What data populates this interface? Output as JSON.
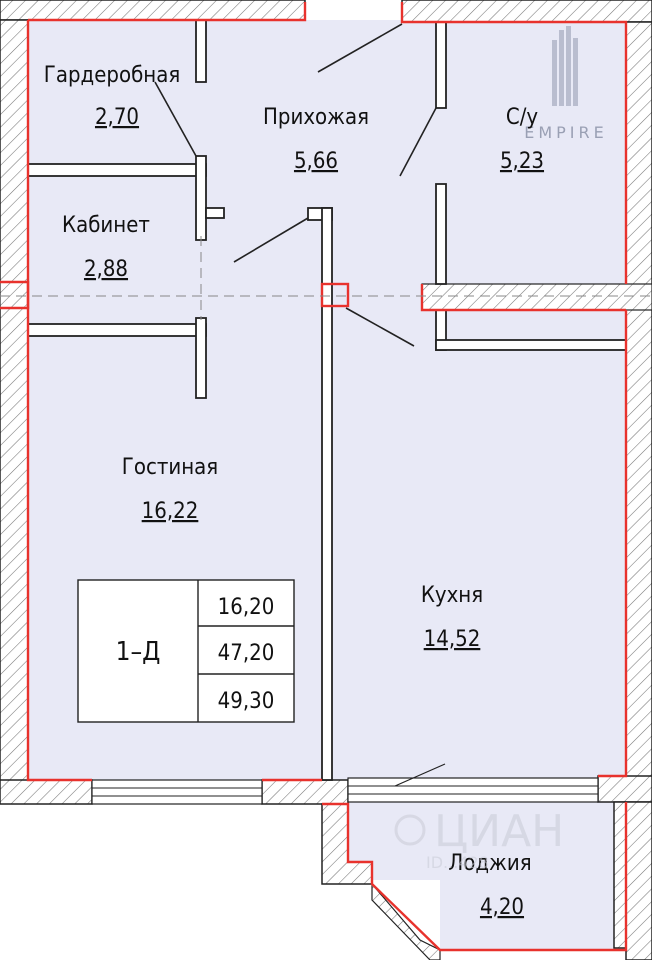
{
  "brand": {
    "logo_text": "EMPIRE"
  },
  "watermark": {
    "text": "ЦИАН",
    "id_text": "ID...428"
  },
  "rooms": [
    {
      "id": "wardrobe",
      "name": "Гардеробная",
      "area": "2,70"
    },
    {
      "id": "hallway",
      "name": "Прихожая",
      "area": "5,66"
    },
    {
      "id": "bathroom",
      "name": "С/у",
      "area": "5,23"
    },
    {
      "id": "office",
      "name": "Кабинет",
      "area": "2,88"
    },
    {
      "id": "living",
      "name": "Гостиная",
      "area": "16,22"
    },
    {
      "id": "kitchen",
      "name": "Кухня",
      "area": "14,52"
    },
    {
      "id": "loggia",
      "name": "Лоджия",
      "area": "4,20"
    }
  ],
  "summary_table": {
    "apartment_type": "1–Д",
    "values": [
      "16,20",
      "47,20",
      "49,30"
    ]
  },
  "colors": {
    "room_fill": "#e8e9f6",
    "wall_fill": "#ffffff",
    "outline_red": "#e8322d",
    "line_dark": "#222222"
  }
}
